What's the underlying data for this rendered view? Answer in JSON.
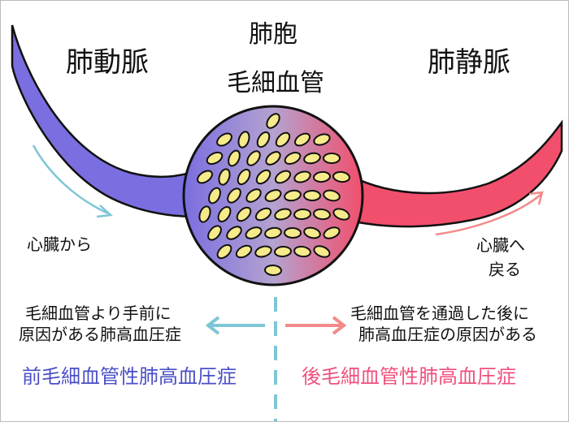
{
  "labels": {
    "pulmonary_artery": "肺動脈",
    "alveolus": "肺胞",
    "capillary": "毛細血管",
    "pulmonary_vein": "肺静脈",
    "from_heart": "心臓から",
    "to_heart_line1": "心臓へ",
    "to_heart_line2": "戻る"
  },
  "left_note": {
    "line1": "毛細血管より手前に",
    "line2": "原因がある肺高血圧症",
    "caption": "前毛細血管性肺高血圧症"
  },
  "right_note": {
    "line1": "毛細血管を通過した後に",
    "line2": "肺高血圧症の原因がある",
    "caption": "後毛細血管性肺高血圧症"
  },
  "colors": {
    "artery": "#7a6ee0",
    "vein": "#f24f6c",
    "left_arrow": "#7ec6d6",
    "right_arrow": "#f28a8a",
    "left_caption": "#4a4fc6",
    "right_caption": "#f0507c",
    "divider": "#7ec6d6"
  }
}
